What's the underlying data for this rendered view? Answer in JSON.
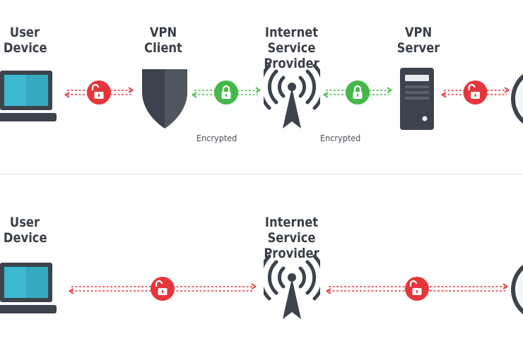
{
  "vpn_row": {
    "user_device": "User\nDevice",
    "vpn_client": "VPN\nClient",
    "isp": "Internet Service\nProvider",
    "vpn_server": "VPN\nServer",
    "encrypted_left": "Encrypted",
    "encrypted_right": "Encrypted"
  },
  "direct_row": {
    "user_device": "User\nDevice",
    "isp": "Internet Service\nProvider"
  },
  "colors": {
    "unencrypted": "#e5363c",
    "encrypted": "#45b84a",
    "device_dark": "#3d434d",
    "screen": "#3cb8cf"
  },
  "icons": {
    "device": "laptop-icon",
    "client": "shield-icon",
    "isp": "antenna-tower-icon",
    "server": "server-icon",
    "unencrypted_lock": "unlocked-padlock-icon",
    "encrypted_lock": "locked-padlock-icon"
  }
}
